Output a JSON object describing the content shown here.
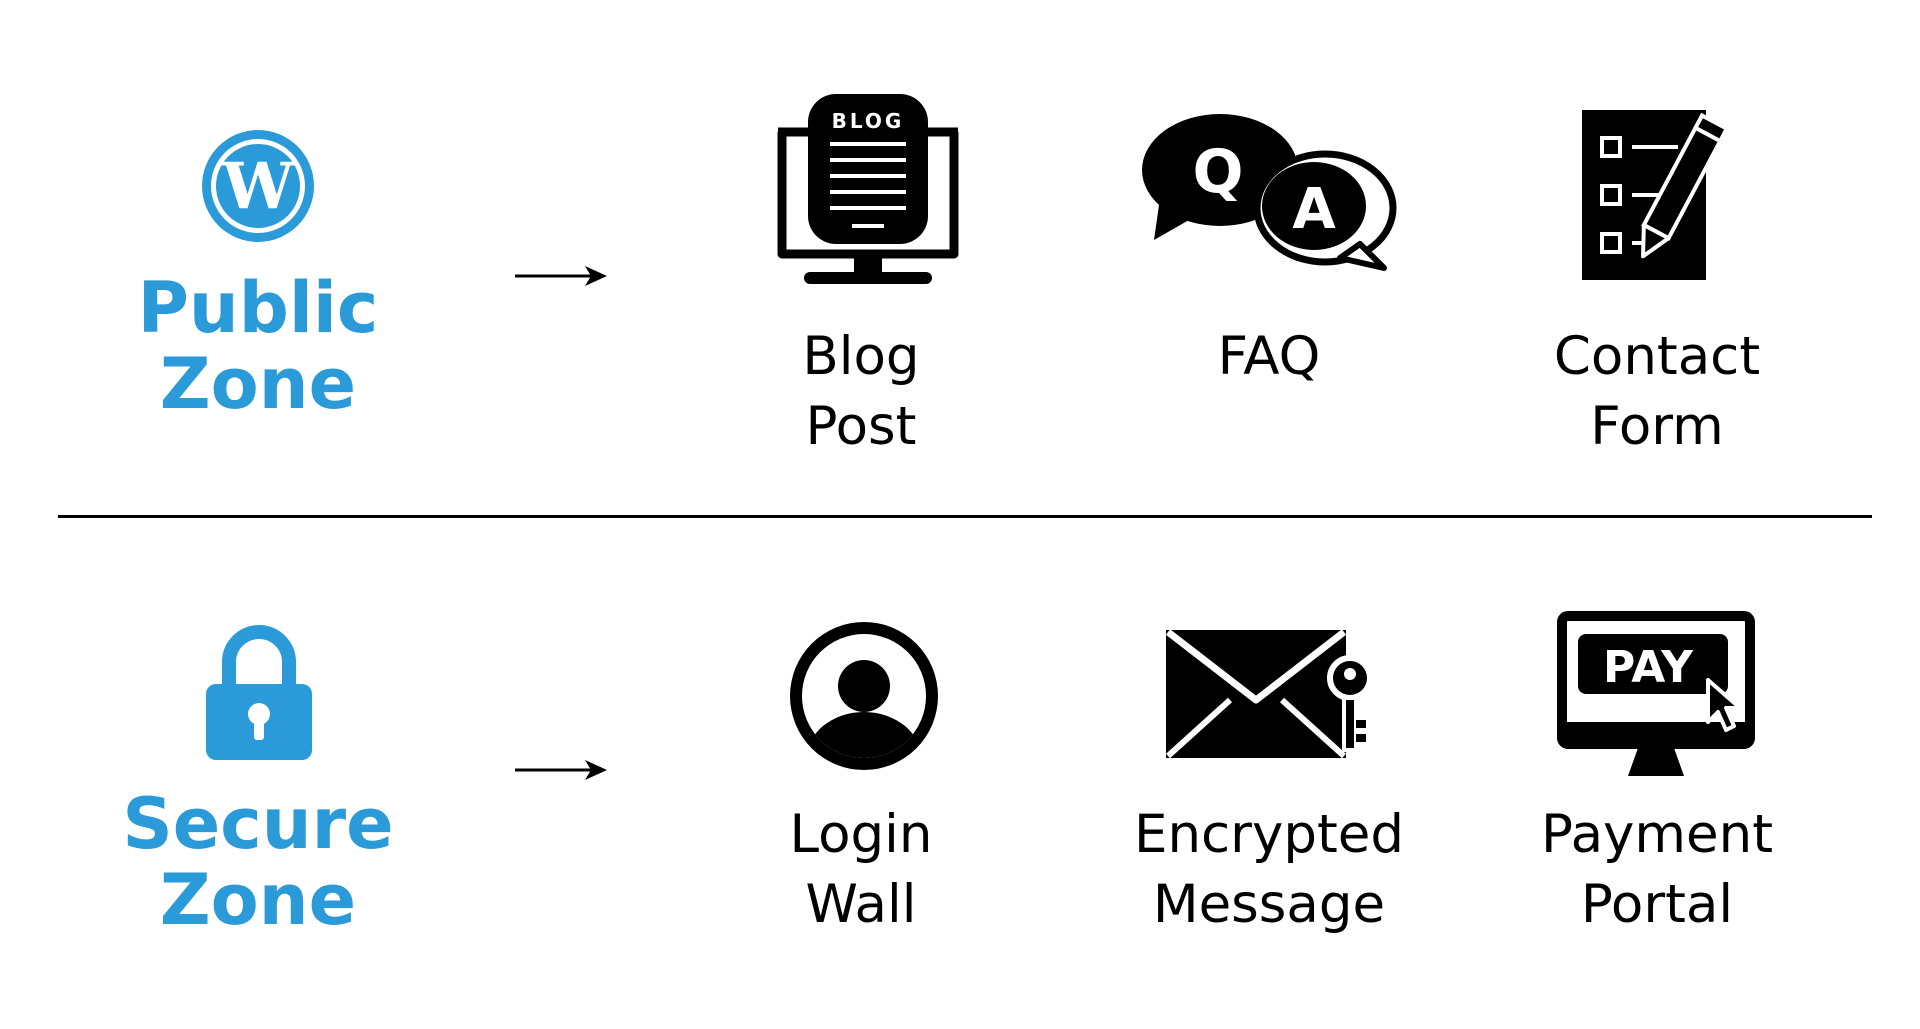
{
  "colors": {
    "accent": "#2a9ad8",
    "ink": "#000000",
    "background": "#ffffff"
  },
  "public_zone": {
    "icon": "wordpress-icon",
    "label_line1": "Public",
    "label_line2": "Zone",
    "items": [
      {
        "icon": "blog-monitor-icon",
        "line1": "Blog",
        "line2": "Post",
        "icon_text": "BLOG"
      },
      {
        "icon": "qa-bubbles-icon",
        "line1": "FAQ",
        "line2": "",
        "icon_text_q": "Q",
        "icon_text_a": "A"
      },
      {
        "icon": "checklist-pencil-icon",
        "line1": "Contact",
        "line2": "Form"
      }
    ]
  },
  "secure_zone": {
    "icon": "padlock-icon",
    "label_line1": "Secure",
    "label_line2": "Zone",
    "items": [
      {
        "icon": "user-avatar-icon",
        "line1": "Login",
        "line2": "Wall"
      },
      {
        "icon": "envelope-key-icon",
        "line1": "Encrypted",
        "line2": "Message"
      },
      {
        "icon": "pay-monitor-icon",
        "line1": "Payment",
        "line2": "Portal",
        "icon_text": "PAY"
      }
    ]
  }
}
